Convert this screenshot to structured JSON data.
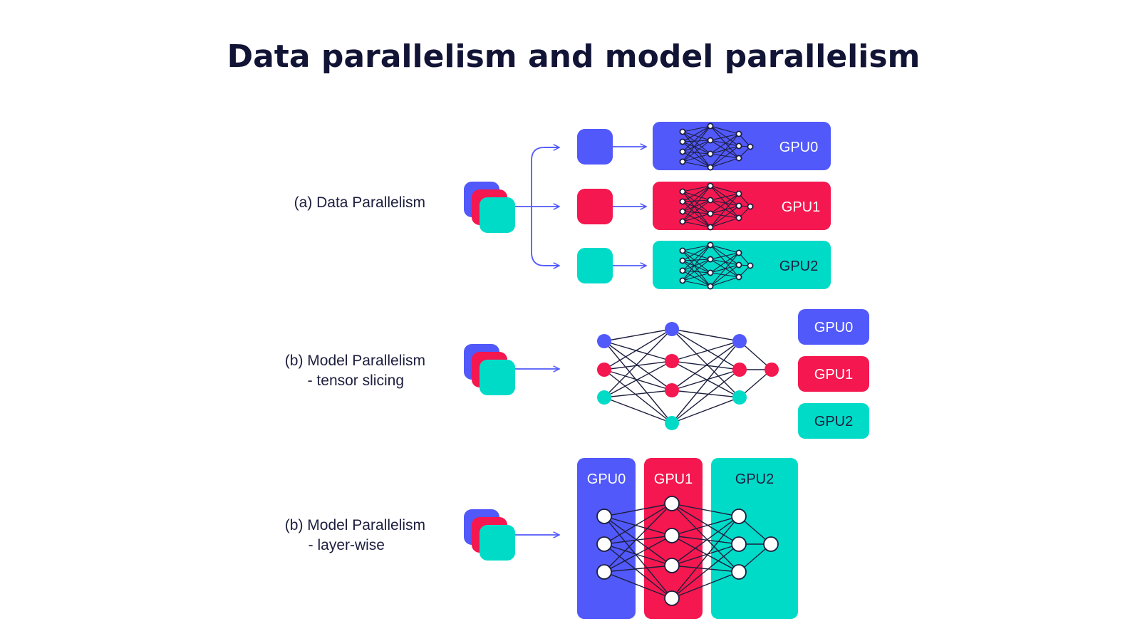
{
  "title": "Data parallelism and model parallelism",
  "colors": {
    "blue": "#5159fa",
    "red": "#f5174f",
    "teal": "#00dbc8",
    "text": "#121436",
    "line": "#1c1e3e",
    "arrow": "#5159fa"
  },
  "sections": {
    "data": {
      "label": "(a) Data Parallelism",
      "gpus": [
        "GPU0",
        "GPU1",
        "GPU2"
      ]
    },
    "tensor": {
      "label_line1": "(b) Model Parallelism",
      "label_line2": "- tensor slicing",
      "gpus": [
        "GPU0",
        "GPU1",
        "GPU2"
      ]
    },
    "layer": {
      "label_line1": "(b) Model Parallelism",
      "label_line2": "- layer-wise",
      "gpus": [
        "GPU0",
        "GPU1",
        "GPU2"
      ]
    }
  }
}
